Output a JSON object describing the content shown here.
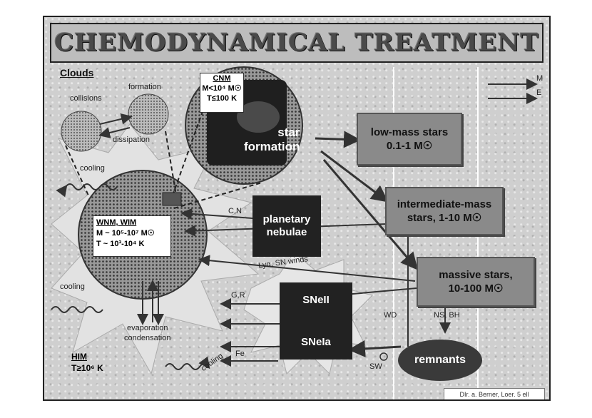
{
  "title": "CHEMODYNAMICAL TREATMENT",
  "clouds_label": "Clouds",
  "cloud_process_labels": {
    "formation": "formation",
    "collisions": "collisions",
    "dissipation": "dissipation",
    "cooling_top": "cooling",
    "cooling_left": "cooling",
    "cooling_bottom": "cooling",
    "evaporation": "evaporation",
    "condensation": "condensation"
  },
  "cnm": {
    "name": "CNM",
    "mass": "M<10⁴ M☉",
    "temp": "T≤100 K"
  },
  "wnm": {
    "name": "WNM, WIM",
    "mass": "M ~ 10⁵-10⁷ M☉",
    "temp": "T ~ 10³-10⁴ K"
  },
  "him": {
    "name": "HIM",
    "temp": "T≥10⁶ K"
  },
  "star_formation": {
    "line1": "star",
    "line2": "formation"
  },
  "low_mass": {
    "line1": "low-mass stars",
    "line2": "0.1-1 M☉"
  },
  "intermediate_mass": {
    "line1": "intermediate-mass",
    "line2": "stars, 1-10 M☉"
  },
  "massive": {
    "line1": "massive stars,",
    "line2": "10-100 M☉"
  },
  "planetary_nebulae": {
    "line1": "planetary",
    "line2": "nebulae"
  },
  "supernovae": {
    "type2": "SNeII",
    "type1a": "SNeIa"
  },
  "remnants": "remnants",
  "flow_labels": {
    "cn": "C,N",
    "ly_alpha": "Lyα, SN winds",
    "gr": "G,R",
    "fe": "Fe",
    "wd": "WD",
    "ns_bh": "NS, BH",
    "star_winds": "SW"
  },
  "legend": {
    "m": "M",
    "e": "E"
  },
  "credit": "DIr. a. Berner, Loer. 5 ell"
}
